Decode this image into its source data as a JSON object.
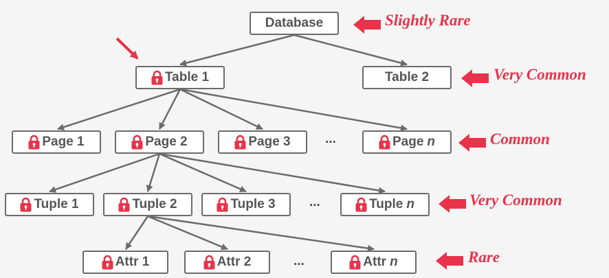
{
  "colors": {
    "accent": "#e8334a",
    "border": "#6b6b6b",
    "text": "#555555",
    "edge": "#6b6b6b"
  },
  "lock_icon": "padlock-icon",
  "nodes": {
    "database": {
      "label": "Database"
    },
    "table1": {
      "label": "Table 1",
      "locked": true
    },
    "table2": {
      "label": "Table 2"
    },
    "page1": {
      "label": "Page 1",
      "locked": true
    },
    "page2": {
      "label": "Page 2",
      "locked": true
    },
    "page3": {
      "label": "Page 3",
      "locked": true
    },
    "pagen": {
      "label": "Page",
      "var": "n",
      "locked": true
    },
    "tuple1": {
      "label": "Tuple 1",
      "locked": true
    },
    "tuple2": {
      "label": "Tuple 2",
      "locked": true
    },
    "tuple3": {
      "label": "Tuple 3",
      "locked": true
    },
    "tuplen": {
      "label": "Tuple",
      "var": "n",
      "locked": true
    },
    "attr1": {
      "label": "Attr 1",
      "locked": true
    },
    "attr2": {
      "label": "Attr 2",
      "locked": true
    },
    "attrn": {
      "label": "Attr",
      "var": "n",
      "locked": true
    }
  },
  "ellipses": {
    "pages": "...",
    "tuples": "...",
    "attrs": "..."
  },
  "levels": {
    "database": "Slightly Rare",
    "table": "Very Common",
    "page": "Common",
    "tuple": "Very Common",
    "attr": "Rare"
  }
}
